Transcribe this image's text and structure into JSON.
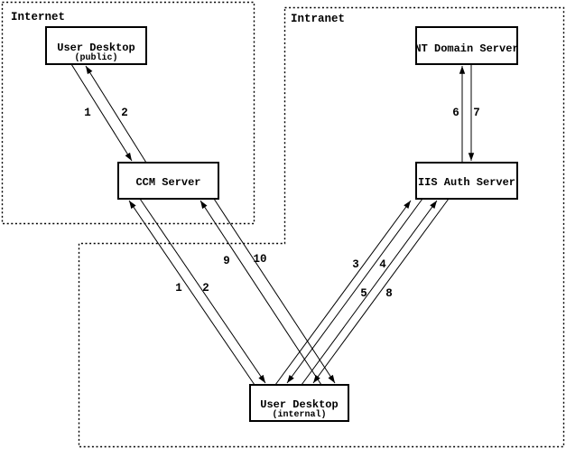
{
  "diagram": {
    "background_color": "#ffffff",
    "line_color": "#000000",
    "zones": {
      "internet": {
        "label": "Internet"
      },
      "intranet": {
        "label": "Intranet"
      }
    },
    "nodes": {
      "user_desktop_public": {
        "title": "User Desktop",
        "subtitle": "(public)",
        "zone": "Internet"
      },
      "ccm_server": {
        "title": "CCM Server",
        "zone": "Internet"
      },
      "nt_domain_server": {
        "title": "NT Domain Server",
        "zone": "Intranet"
      },
      "iis_auth_server": {
        "title": "IIS Auth Server",
        "zone": "Intranet"
      },
      "user_desktop_internal": {
        "title": "User Desktop",
        "subtitle": "(internal)",
        "zone": "Intranet"
      }
    },
    "arrows": {
      "public_1": {
        "label": "1",
        "from": "user_desktop_public",
        "to": "ccm_server"
      },
      "public_2": {
        "label": "2",
        "from": "ccm_server",
        "to": "user_desktop_public"
      },
      "internal_1": {
        "label": "1",
        "from": "user_desktop_internal",
        "to": "ccm_server"
      },
      "internal_2": {
        "label": "2",
        "from": "ccm_server",
        "to": "user_desktop_internal"
      },
      "step_3": {
        "label": "3",
        "from": "user_desktop_internal",
        "to": "iis_auth_server"
      },
      "step_4": {
        "label": "4",
        "from": "iis_auth_server",
        "to": "user_desktop_internal"
      },
      "step_5": {
        "label": "5",
        "from": "user_desktop_internal",
        "to": "iis_auth_server"
      },
      "step_6": {
        "label": "6",
        "from": "iis_auth_server",
        "to": "nt_domain_server"
      },
      "step_7": {
        "label": "7",
        "from": "nt_domain_server",
        "to": "iis_auth_server"
      },
      "step_8": {
        "label": "8",
        "from": "iis_auth_server",
        "to": "user_desktop_internal"
      },
      "step_9": {
        "label": "9",
        "from": "user_desktop_internal",
        "to": "ccm_server"
      },
      "step_10": {
        "label": "10",
        "from": "ccm_server",
        "to": "user_desktop_internal"
      }
    }
  }
}
